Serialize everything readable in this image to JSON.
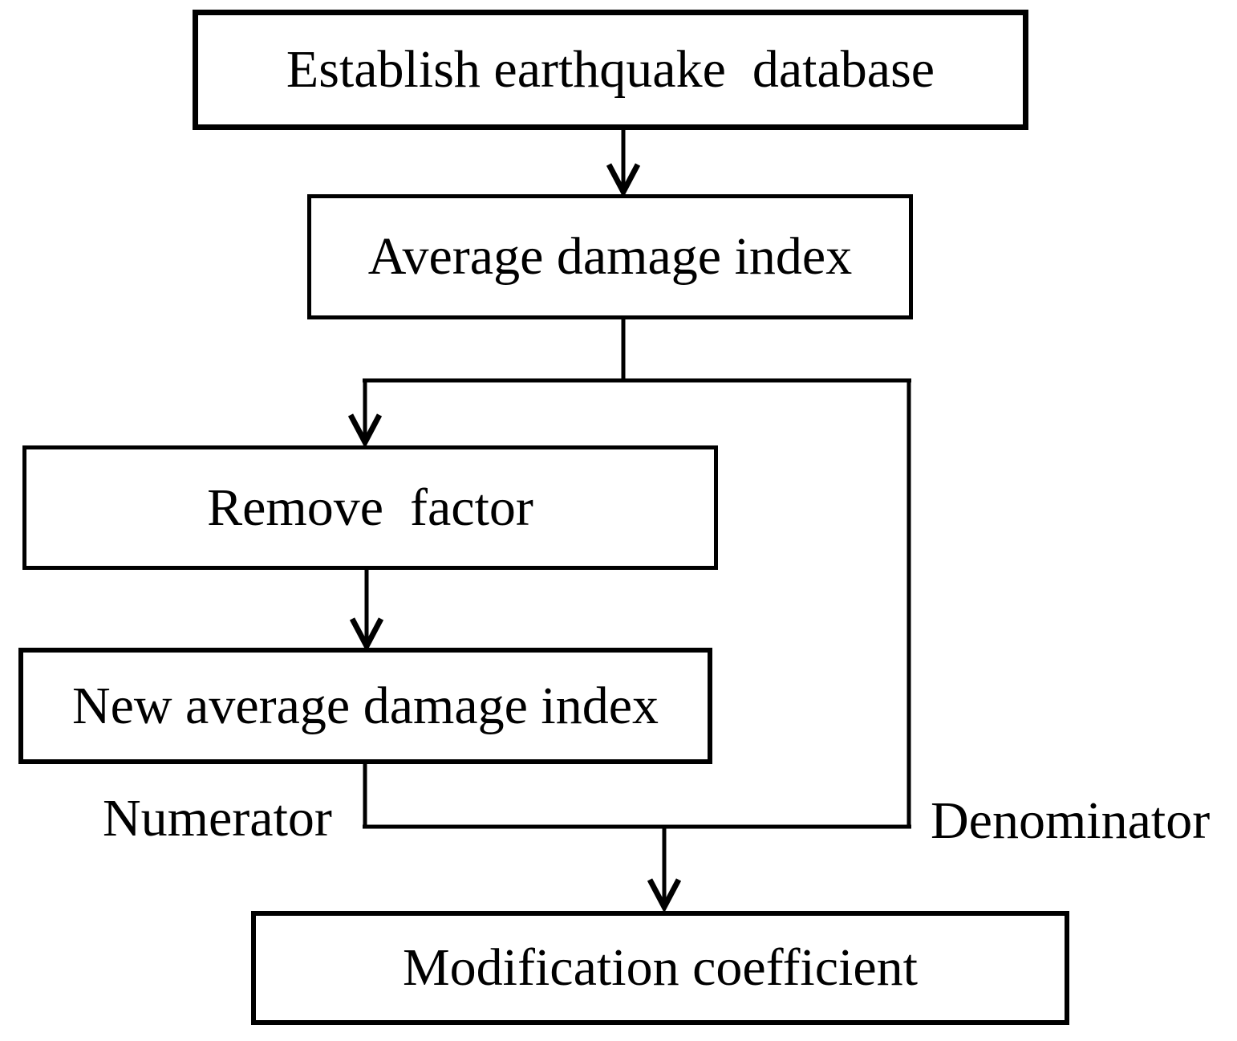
{
  "flowchart": {
    "background_color": "#ffffff",
    "line_color": "#000000",
    "node_fill_color": "#ffffff",
    "nodes": [
      {
        "id": "establish-earthquake-database",
        "label": "Establish earthquake  database"
      },
      {
        "id": "average-damage-index",
        "label": "Average damage index"
      },
      {
        "id": "remove-factor",
        "label": "Remove  factor"
      },
      {
        "id": "new-average-damage-index",
        "label": "New average damage index"
      },
      {
        "id": "modification-coefficient",
        "label": "Modification coefficient"
      }
    ],
    "edge_labels": [
      {
        "id": "numerator",
        "label": "Numerator"
      },
      {
        "id": "denominator",
        "label": "Denominator"
      }
    ]
  }
}
